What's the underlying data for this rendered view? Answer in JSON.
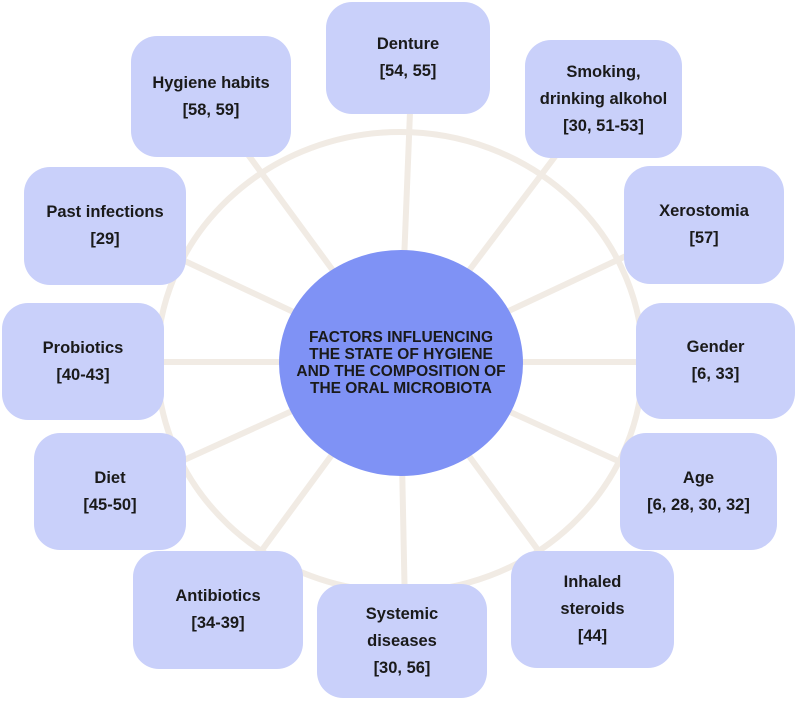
{
  "diagram": {
    "center": "FACTORS INFLUENCING THE STATE OF HYGIENE AND THE COMPOSITION OF THE ORAL MICROBIOTA",
    "factors": [
      {
        "label": "Denture\n[54, 55]"
      },
      {
        "label": "Smoking,\ndrinking alkohol\n[30, 51-53]"
      },
      {
        "label": "Xerostomia\n[57]"
      },
      {
        "label": "Gender\n[6, 33]"
      },
      {
        "label": "Age\n[6, 28, 30, 32]"
      },
      {
        "label": "Inhaled\nsteroids\n[44]"
      },
      {
        "label": "Systemic\ndiseases\n[30, 56]"
      },
      {
        "label": "Antibiotics\n[34-39]"
      },
      {
        "label": "Diet\n[45-50]"
      },
      {
        "label": "Probiotics\n[40-43]"
      },
      {
        "label": "Past infections\n[29]"
      },
      {
        "label": "Hygiene habits\n[58, 59]"
      }
    ],
    "colors": {
      "center_fill": "#7f92f5",
      "box_fill": "#c9d0fa",
      "connector": "#f1ebe4",
      "text": "#1a1a1a"
    }
  }
}
